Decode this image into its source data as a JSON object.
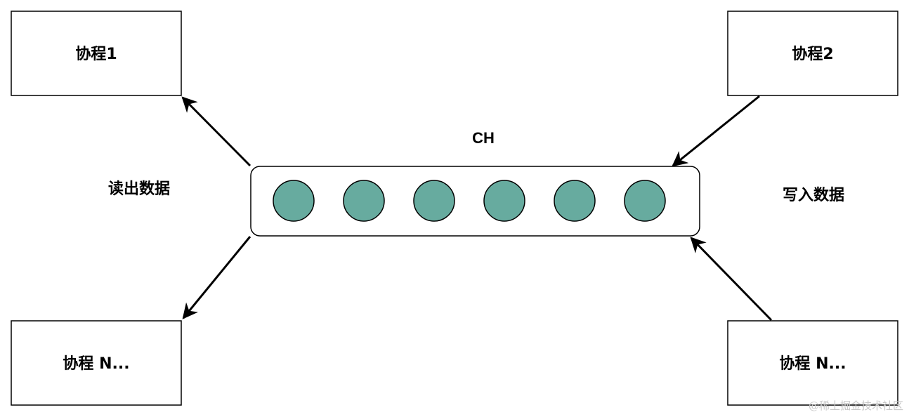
{
  "diagram": {
    "nodes": {
      "reader_top": "协程1",
      "writer_top": "协程2",
      "reader_bottom": "协程 N...",
      "writer_bottom": "协程 N..."
    },
    "channel": {
      "label": "CH",
      "slot_count": 6,
      "slot_color": "#67AB9F"
    },
    "edge_labels": {
      "read": "读出数据",
      "write": "写入数据"
    }
  },
  "watermark": "@稀土掘金技术社区"
}
